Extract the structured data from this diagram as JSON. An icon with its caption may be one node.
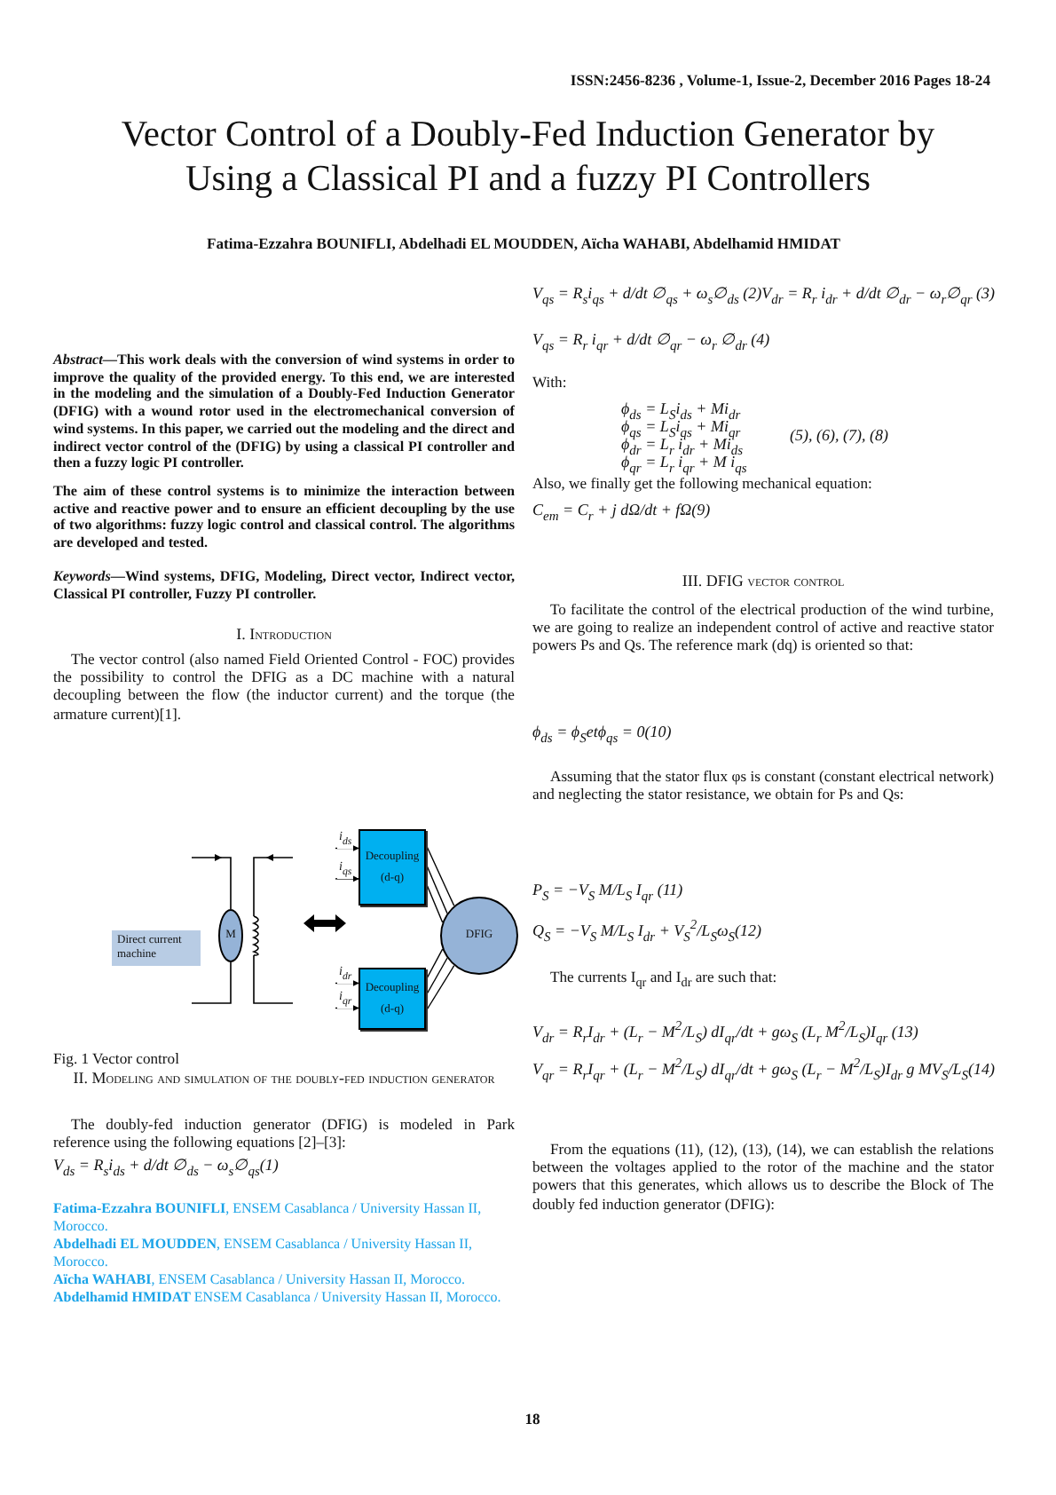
{
  "diagram": {
    "title": "Vector Control of a Doubly-Fed Induction Generator by Using a Classical PI and a fuzzy PI Controllers",
    "caption": "Fig. 1 Vector control",
    "nodes": [
      {
        "text": [
          "Direct current machine"
        ]
      },
      {
        "text": [
          "M"
        ]
      },
      {
        "text": [
          "Decoupling",
          "(d-q)"
        ]
      },
      {
        "text": [
          "Decoupling",
          "(d-q)"
        ]
      },
      {
        "text": [
          "DFIG"
        ]
      }
    ],
    "edges": [
      {
        "from": null,
        "to": 2,
        "arrow": "to",
        "label": "i$_{ds}$"
      },
      {
        "from": null,
        "to": 2,
        "arrow": "to",
        "label": "i$_{qs}$"
      },
      {
        "from": null,
        "to": 3,
        "arrow": "to",
        "label": "i$_{dr}$"
      },
      {
        "from": null,
        "to": 3,
        "arrow": "to",
        "label": "i$_{qr}$"
      },
      {
        "from": 2,
        "to": 4,
        "arrow": "none"
      },
      {
        "from": 2,
        "to": 4,
        "arrow": "none"
      },
      {
        "from": 2,
        "to": 4,
        "arrow": "none"
      },
      {
        "from": 3,
        "to": 4,
        "arrow": "none"
      },
      {
        "from": 3,
        "to": 4,
        "arrow": "none"
      },
      {
        "from": 3,
        "to": 4,
        "arrow": "none"
      }
    ],
    "labels": [
      "ISSN:2456-8236 , Volume-1, Issue-2, December 2016 Pages 18-24",
      "Fatima-Ezzahra BOUNIFLI, Abdelhadi EL MOUDDEN, Aïcha WAHABI, Abdelhamid HMIDAT",
      "*Abstract*—This work deals with the conversion of wind systems in order to improve the quality of the provided energy. To this end, we are interested in the modeling and the simulation of a Doubly-Fed Induction Generator (DFIG) with a wound rotor used in the electromechanical conversion of wind systems. In this paper, we carried out the modeling and the direct and indirect vector control of the (DFIG) by using a classical PI controller and then a fuzzy logic PI controller.",
      "The aim of these control systems is to minimize the interaction between active and reactive power and to ensure an efficient decoupling by the use of two algorithms: fuzzy logic control and classical control. The algorithms are developed and tested.",
      "*Keywords*—Wind systems, DFIG, Modeling, Direct vector, Indirect vector, Classical PI controller, Fuzzy PI controller.",
      "I. Introduction",
      "The vector control (also named Field Oriented Control - FOC) provides the possibility to control the DFIG as a DC machine with a natural decoupling between the flow (the inductor current) and the torque (the armature current)[1].",
      "II. Modeling and simulation of the doubly-fed induction generator",
      "The doubly-fed induction generator (DFIG) is modeled in Park reference using the following equations [2]–[3]:",
      "V$_{ds}$ = R$_{s}$i$_{ds}$ + d/dt ∅$_{ds}$ − ω$_{s}$∅$_{qs}$(1)",
      "**Fatima-Ezzahra BOUNIFLI**, ENSEM Casablanca / University Hassan II, Morocco.",
      "**Abdelhadi EL MOUDDEN**, ENSEM Casablanca / University Hassan II, Morocco.",
      "**Aïcha WAHABI**, ENSEM Casablanca / University Hassan II, Morocco.",
      "**Abdelhamid HMIDAT** ENSEM Casablanca / University Hassan II, Morocco.",
      "V$_{qs}$ = R$_{s}$i$_{qs}$ + d/dt ∅$_{qs}$ + ω$_{s}$∅$_{ds}$ (2)V$_{dr}$ = R$_{r}$ i$_{dr}$ + d/dt ∅$_{dr}$ − ω$_{r}$∅$_{qr}$ (3)",
      "V$_{qs}$ = R$_{r}$ i$_{qr}$ + d/dt ∅$_{qr}$ − ω$_{r}$ ∅$_{dr}$ (4)",
      "With:",
      "ϕ$_{ds}$ = L$_{S}$i$_{ds}$ + Mi$_{dr}$",
      "ϕ$_{qs}$ = L$_{S}$i$_{qs}$ + Mi$_{qr}$",
      "ϕ$_{dr}$ = L$_{r}$ i$_{dr}$ + Mi$_{ds}$",
      "ϕ$_{qr}$ = L$_{r}$ i$_{qr}$ + M i$_{qs}$",
      "(5), (6), (7), (8)",
      "Also, we finally get the following mechanical equation:",
      "C$_{em}$ = C$_{r}$ + j dΩ/dt + fΩ(9)",
      "III. DFIG vector control",
      "To facilitate the control of the electrical production of the wind turbine, we are going to realize an independent control of active and reactive stator powers Ps and Qs. The reference mark (dq) is oriented so that:",
      "ϕ$_{ds}$ = ϕ$_{S}$etϕ$_{qs}$ = 0(10)",
      "Assuming that the stator flux φs is constant (constant electrical network) and neglecting the stator resistance, we obtain for Ps and Qs:",
      "P$_{S}$ = −V$_{S}$ M/L$_{S}$ I$_{qr}$ (11)",
      "Q$_{S}$ = −V$_{S}$ M/L$_{S}$ I$_{dr}$ + V$_{S}$$^{2}$/L$_{S}$ω$_{S}$(12)",
      "The currents I$_{qr}$ and I$_{dr}$ are such that:",
      "V$_{dr}$ = R$_{r}$I$_{dr}$ + (L$_{r}$ − M$^{2}$/L$_{S}$) dI$_{qr}$/dt + gω$_{S}$ (L$_{r}$ M$^{2}$/L$_{S}$)I$_{qr}$ (13)",
      "V$_{qr}$ = R$_{r}$I$_{qr}$ + (L$_{r}$ − M$^{2}$/L$_{S}$) dI$_{qr}$/dt + gω$_{S}$ (L$_{r}$ − M$^{2}$/L$_{S}$)I$_{dr}$ g MV$_{S}$/L$_{S}$(14)",
      "From the equations (11), (12), (13), (14), we can establish the relations between the voltages applied to the rotor of the machine and the stator powers that this generates, which allows us to describe the Block of The doubly fed induction generator (DFIG):",
      "18"
    ]
  }
}
